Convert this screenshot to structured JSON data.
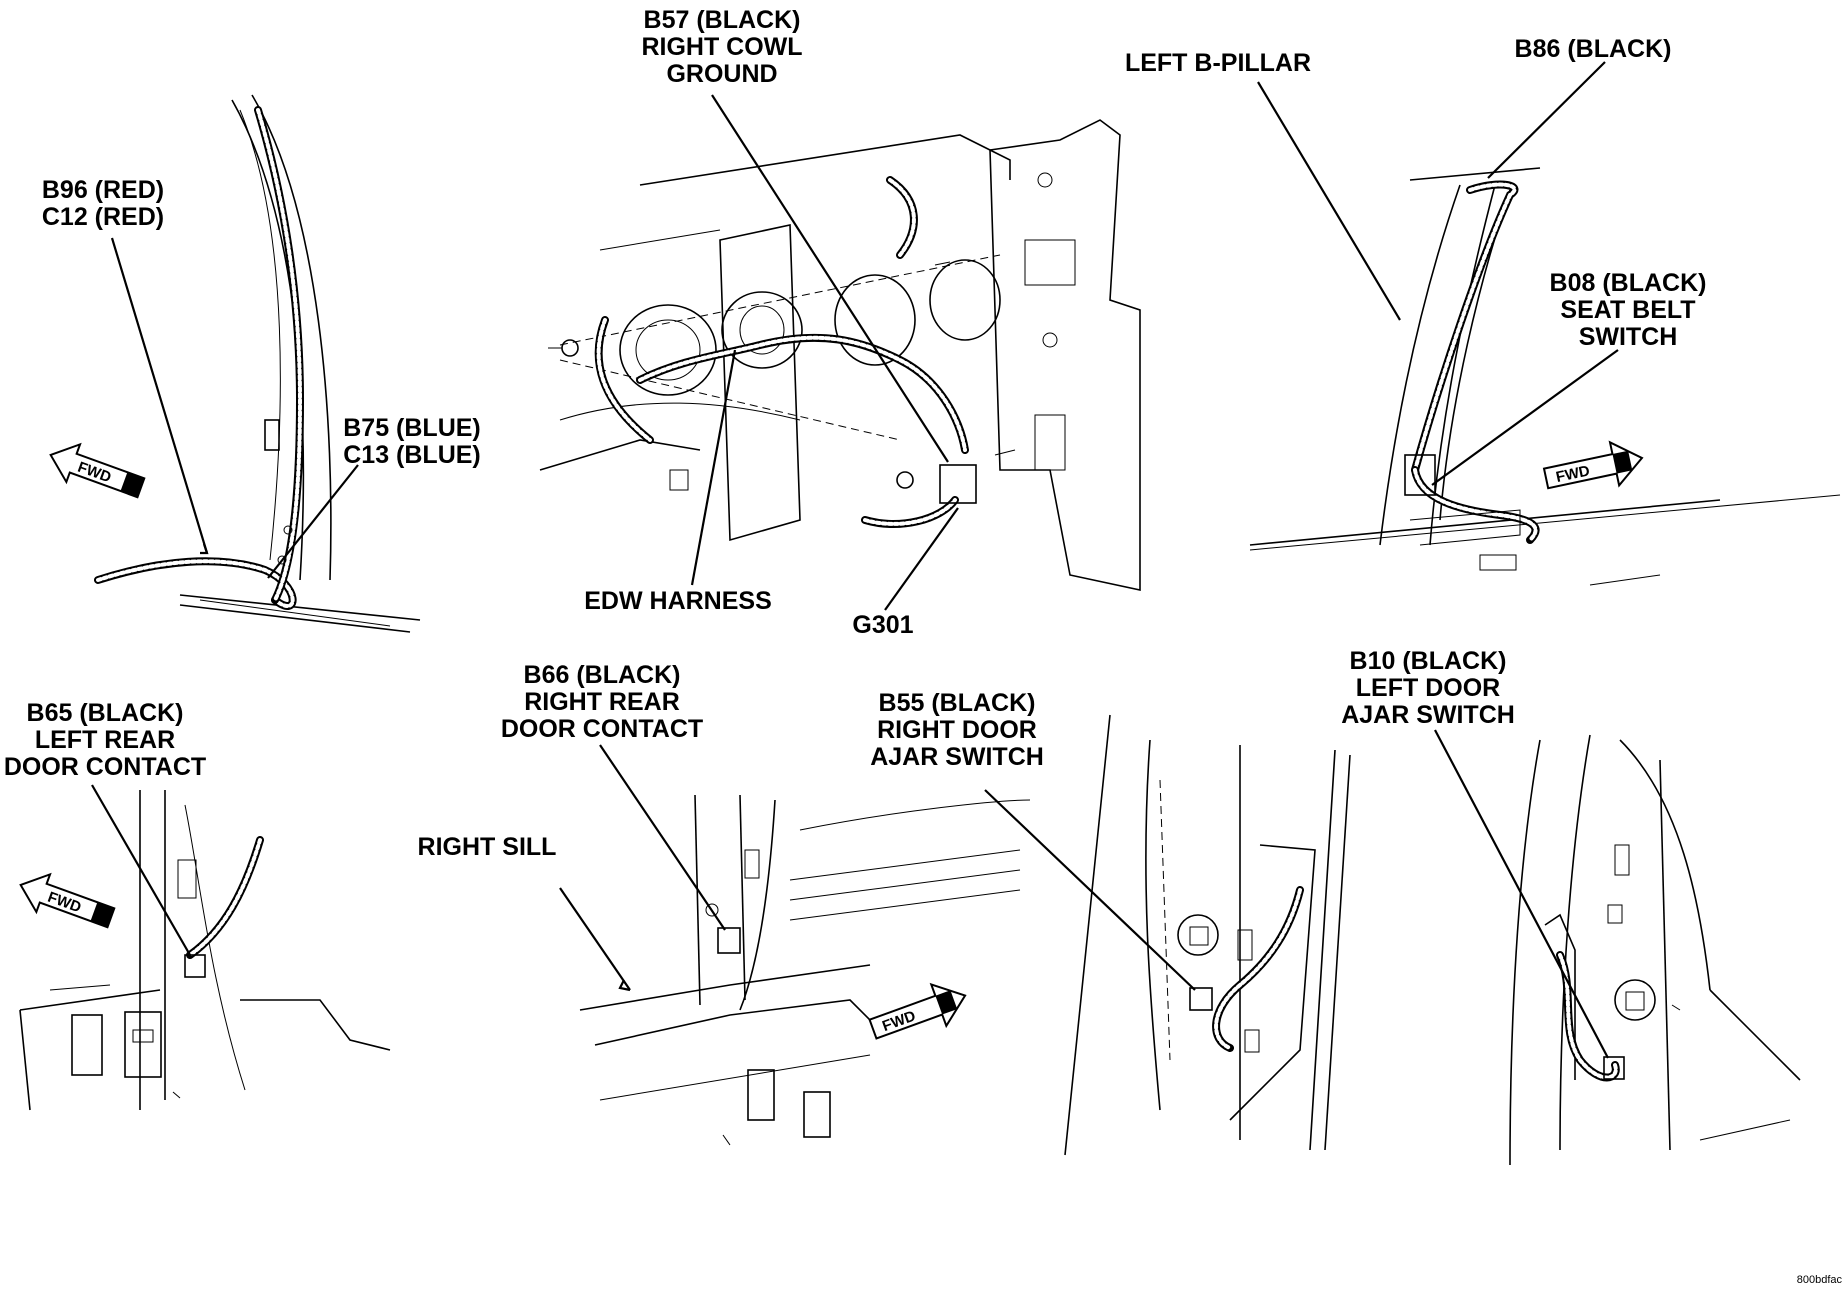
{
  "labels": {
    "b96_c12": [
      "B96 (RED)",
      "C12 (RED)"
    ],
    "b75_c13": [
      "B75 (BLUE)",
      "C13 (BLUE)"
    ],
    "b57": [
      "B57 (BLACK)",
      "RIGHT COWL",
      "GROUND"
    ],
    "edw_harness": "EDW HARNESS",
    "g301": "G301",
    "left_b_pillar": "LEFT B-PILLAR",
    "b86": "B86 (BLACK)",
    "b08": [
      "B08 (BLACK)",
      "SEAT BELT",
      "SWITCH"
    ],
    "b65": [
      "B65 (BLACK)",
      "LEFT REAR",
      "DOOR CONTACT"
    ],
    "b66": [
      "B66 (BLACK)",
      "RIGHT REAR",
      "DOOR CONTACT"
    ],
    "right_sill": "RIGHT SILL",
    "b55": [
      "B55 (BLACK)",
      "RIGHT DOOR",
      "AJAR SWITCH"
    ],
    "b10": [
      "B10 (BLACK)",
      "LEFT DOOR",
      "AJAR SWITCH"
    ]
  },
  "fwd_arrow_text": "FWD",
  "figure_code": "800bdfac"
}
